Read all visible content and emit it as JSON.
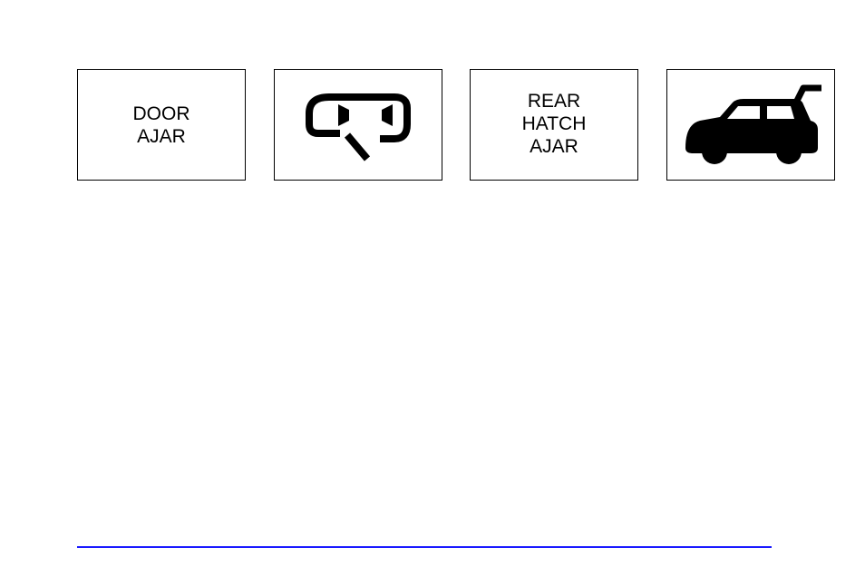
{
  "indicators": {
    "door_ajar": {
      "line1": "DOOR",
      "line2": "AJAR"
    },
    "door_ajar_symbol": {
      "icon": "door-ajar-icon"
    },
    "rear_hatch_ajar": {
      "line1": "REAR",
      "line2": "HATCH",
      "line3": "AJAR"
    },
    "rear_hatch_symbol": {
      "icon": "hatch-open-car-icon"
    }
  },
  "colors": {
    "ink": "#000000",
    "rule": "#1a1aff"
  }
}
